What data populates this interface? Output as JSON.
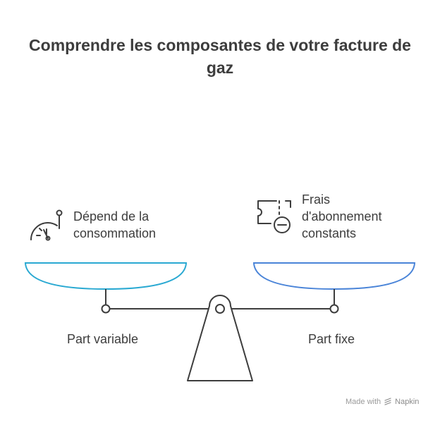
{
  "title": "Comprendre les composantes de votre facture de gaz",
  "left": {
    "text_lines": [
      "Dépend de la",
      "consommation"
    ],
    "label": "Part variable",
    "icon": "speedometer-icon",
    "color": "#2aa9d2"
  },
  "right": {
    "text_lines": [
      "Frais",
      "d'abonnement",
      "constants"
    ],
    "label": "Part fixe",
    "icon": "ticket-minus-icon",
    "color": "#4a84d8"
  },
  "footer": {
    "made_with": "Made with",
    "brand": "Napkin",
    "icon": "napkin-logo-icon"
  }
}
